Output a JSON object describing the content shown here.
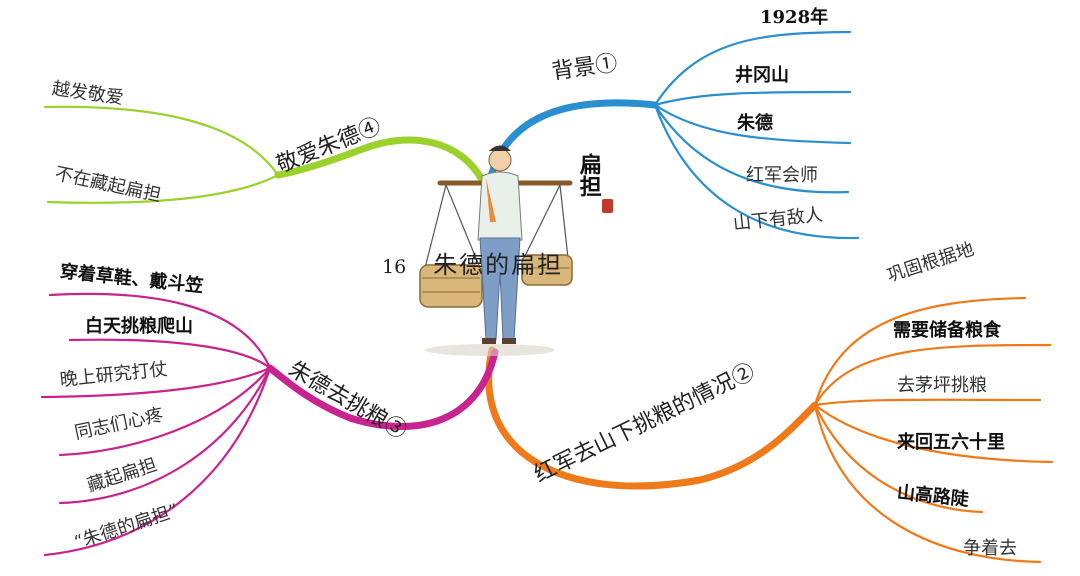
{
  "center": {
    "number": "16",
    "title": "朱德的扁担",
    "seal_text": "扁担"
  },
  "branches": {
    "background": {
      "label": "背景①",
      "color": "#2a8fcf",
      "leaves": [
        "1928年",
        "井冈山",
        "朱德",
        "红军会师",
        "山下有敌人"
      ]
    },
    "red_army": {
      "label": "红军去山下挑粮的情况②",
      "color": "#ef7a1a",
      "leaves": [
        "巩固根据地",
        "需要储备粮食",
        "去茅坪挑粮",
        "来回五六十里",
        "山高路陡",
        "争着去"
      ]
    },
    "zhu_de": {
      "label": "朱德去挑粮③",
      "color": "#c8238f",
      "leaves": [
        "穿着草鞋、戴斗笠",
        "白天挑粮爬山",
        "晚上研究打仗",
        "同志们心疼",
        "藏起扁担",
        "“朱德的扁担”"
      ]
    },
    "respect": {
      "label": "敬爱朱德④",
      "color": "#9ad12a",
      "leaves": [
        "越发敬爱",
        "不在藏起扁担"
      ]
    }
  }
}
